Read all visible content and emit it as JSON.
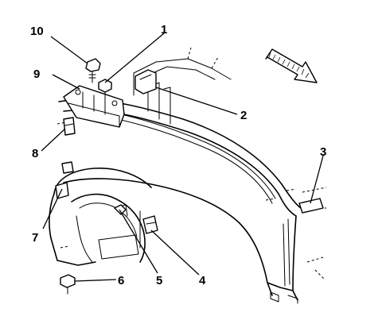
{
  "callouts": [
    {
      "id": "1",
      "label": "1"
    },
    {
      "id": "2",
      "label": "2"
    },
    {
      "id": "3",
      "label": "3"
    },
    {
      "id": "4",
      "label": "4"
    },
    {
      "id": "5",
      "label": "5"
    },
    {
      "id": "6",
      "label": "6"
    },
    {
      "id": "7",
      "label": "7"
    },
    {
      "id": "8",
      "label": "8"
    },
    {
      "id": "9",
      "label": "9"
    },
    {
      "id": "10",
      "label": "10"
    }
  ],
  "icons": {
    "direction_arrow": "front-direction-arrow-icon"
  }
}
